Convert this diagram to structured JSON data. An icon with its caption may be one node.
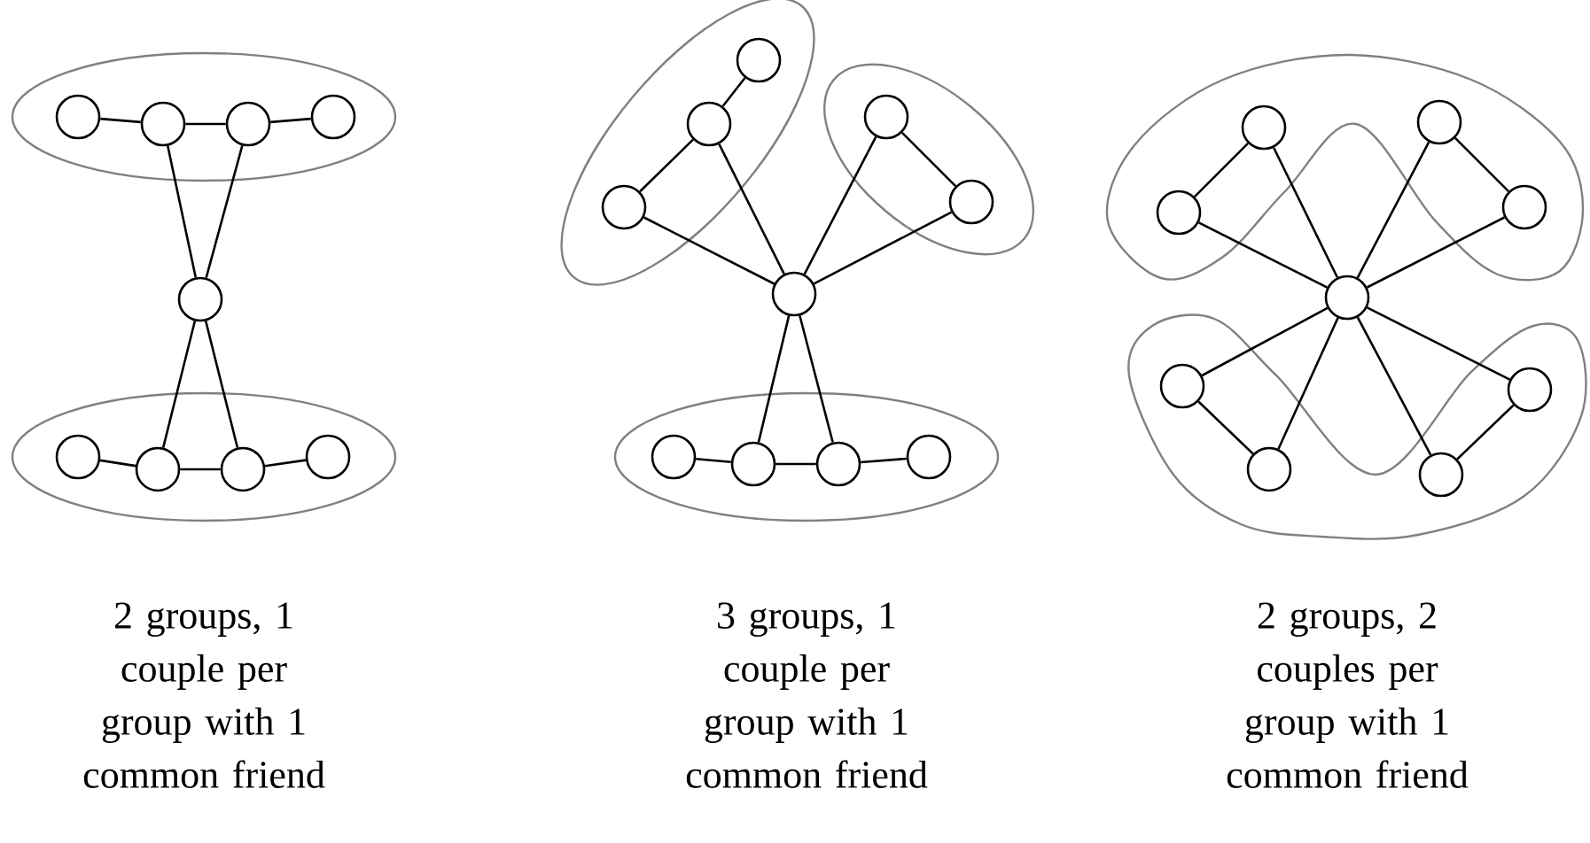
{
  "diagram": {
    "nodes": [
      {
        "text": [],
        "shape": "ellipse"
      },
      {
        "text": [],
        "shape": "circle",
        "in": 0
      },
      {
        "text": [],
        "shape": "circle",
        "in": 0
      },
      {
        "text": [],
        "shape": "circle",
        "in": 0
      },
      {
        "text": [],
        "shape": "circle",
        "in": 0
      },
      {
        "text": [],
        "shape": "circle"
      },
      {
        "text": [],
        "shape": "ellipse"
      },
      {
        "text": [],
        "shape": "circle",
        "in": 6
      },
      {
        "text": [],
        "shape": "circle",
        "in": 6
      },
      {
        "text": [],
        "shape": "circle",
        "in": 6
      },
      {
        "text": [],
        "shape": "circle",
        "in": 6
      },
      {
        "text": [],
        "shape": "ellipse"
      },
      {
        "text": [],
        "shape": "circle",
        "in": 11
      },
      {
        "text": [],
        "shape": "circle",
        "in": 11
      },
      {
        "text": [],
        "shape": "circle",
        "in": 11
      },
      {
        "text": [],
        "shape": "ellipse"
      },
      {
        "text": [],
        "shape": "circle",
        "in": 15
      },
      {
        "text": [],
        "shape": "circle",
        "in": 15
      },
      {
        "text": [],
        "shape": "circle"
      },
      {
        "text": [],
        "shape": "ellipse"
      },
      {
        "text": [],
        "shape": "circle",
        "in": 19
      },
      {
        "text": [],
        "shape": "circle",
        "in": 19
      },
      {
        "text": [],
        "shape": "circle",
        "in": 19
      },
      {
        "text": [],
        "shape": "circle",
        "in": 19
      },
      {
        "text": [],
        "shape": "blob"
      },
      {
        "text": [],
        "shape": "circle",
        "in": 24
      },
      {
        "text": [],
        "shape": "circle",
        "in": 24
      },
      {
        "text": [],
        "shape": "circle",
        "in": 24
      },
      {
        "text": [],
        "shape": "circle",
        "in": 24
      },
      {
        "text": [],
        "shape": "circle"
      },
      {
        "text": [],
        "shape": "blob"
      },
      {
        "text": [],
        "shape": "circle",
        "in": 30
      },
      {
        "text": [],
        "shape": "circle",
        "in": 30
      },
      {
        "text": [],
        "shape": "circle",
        "in": 30
      },
      {
        "text": [],
        "shape": "circle",
        "in": 30
      }
    ],
    "edges": [
      {
        "from": 1,
        "to": 2,
        "arrow": "none"
      },
      {
        "from": 2,
        "to": 3,
        "arrow": "none"
      },
      {
        "from": 3,
        "to": 4,
        "arrow": "none"
      },
      {
        "from": 2,
        "to": 5,
        "arrow": "none"
      },
      {
        "from": 3,
        "to": 5,
        "arrow": "none"
      },
      {
        "from": 5,
        "to": 8,
        "arrow": "none"
      },
      {
        "from": 5,
        "to": 9,
        "arrow": "none"
      },
      {
        "from": 7,
        "to": 8,
        "arrow": "none"
      },
      {
        "from": 8,
        "to": 9,
        "arrow": "none"
      },
      {
        "from": 9,
        "to": 10,
        "arrow": "none"
      },
      {
        "from": 12,
        "to": 13,
        "arrow": "none"
      },
      {
        "from": 13,
        "to": 14,
        "arrow": "none"
      },
      {
        "from": 13,
        "to": 18,
        "arrow": "none"
      },
      {
        "from": 14,
        "to": 18,
        "arrow": "none"
      },
      {
        "from": 16,
        "to": 17,
        "arrow": "none"
      },
      {
        "from": 16,
        "to": 18,
        "arrow": "none"
      },
      {
        "from": 17,
        "to": 18,
        "arrow": "none"
      },
      {
        "from": 18,
        "to": 21,
        "arrow": "none"
      },
      {
        "from": 18,
        "to": 22,
        "arrow": "none"
      },
      {
        "from": 20,
        "to": 21,
        "arrow": "none"
      },
      {
        "from": 21,
        "to": 22,
        "arrow": "none"
      },
      {
        "from": 22,
        "to": 23,
        "arrow": "none"
      },
      {
        "from": 25,
        "to": 26,
        "arrow": "none"
      },
      {
        "from": 25,
        "to": 29,
        "arrow": "none"
      },
      {
        "from": 26,
        "to": 29,
        "arrow": "none"
      },
      {
        "from": 27,
        "to": 28,
        "arrow": "none"
      },
      {
        "from": 27,
        "to": 29,
        "arrow": "none"
      },
      {
        "from": 28,
        "to": 29,
        "arrow": "none"
      },
      {
        "from": 29,
        "to": 31,
        "arrow": "none"
      },
      {
        "from": 29,
        "to": 32,
        "arrow": "none"
      },
      {
        "from": 31,
        "to": 32,
        "arrow": "none"
      },
      {
        "from": 29,
        "to": 33,
        "arrow": "none"
      },
      {
        "from": 29,
        "to": 34,
        "arrow": "none"
      },
      {
        "from": 33,
        "to": 34,
        "arrow": "none"
      }
    ],
    "labels": [
      "2 groups, 1 couple per group with 1 common friend",
      "3 groups, 1 couple per group with 1 common friend",
      "2 groups, 2 couples per group with 1 common friend"
    ]
  }
}
